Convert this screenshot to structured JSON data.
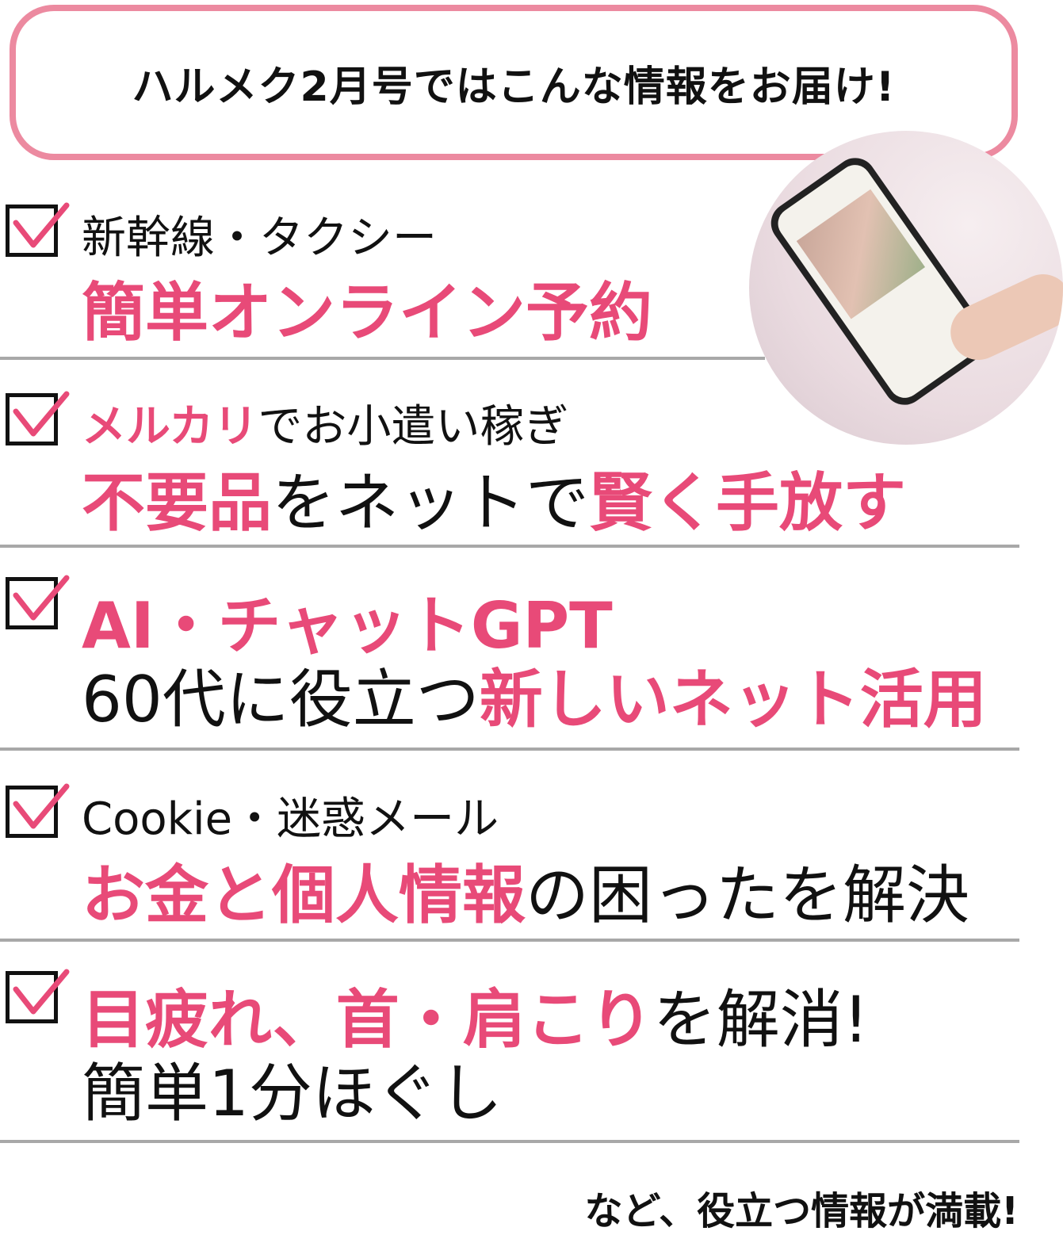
{
  "header": {
    "title": "ハルメク2月号ではこんな情報をお届け!"
  },
  "colors": {
    "accent": "#e84a78",
    "header_border": "#ec8aa0",
    "divider": "#a8a8a8",
    "text": "#111111"
  },
  "items": [
    {
      "line1": [
        {
          "text": "新幹線・タクシー",
          "pink": false
        }
      ],
      "line2": [
        {
          "text": "簡単オンライン予約",
          "pink": true
        }
      ]
    },
    {
      "line1": [
        {
          "text": "メルカリ",
          "pink": true
        },
        {
          "text": "でお小遣い稼ぎ",
          "pink": false
        }
      ],
      "line2": [
        {
          "text": "不要品",
          "pink": true
        },
        {
          "text": "をネットで",
          "pink": false
        },
        {
          "text": "賢く手放す",
          "pink": true
        }
      ]
    },
    {
      "line1": [
        {
          "text": "AI・チャットGPT",
          "pink": true
        }
      ],
      "line2": [
        {
          "text": "60代に役立つ",
          "pink": false
        },
        {
          "text": "新しいネット活用",
          "pink": true
        }
      ]
    },
    {
      "line1": [
        {
          "text": "Cookie・迷惑メール",
          "pink": false
        }
      ],
      "line2": [
        {
          "text": "お金と個人情報",
          "pink": true
        },
        {
          "text": "の困ったを解決",
          "pink": false
        }
      ]
    },
    {
      "line1": [
        {
          "text": "目疲れ、首・肩こり",
          "pink": true
        },
        {
          "text": "を解消!",
          "pink": false
        }
      ],
      "line2": [
        {
          "text": "簡単1分ほぐし",
          "pink": false
        }
      ]
    }
  ],
  "footer": {
    "text": "など、役立つ情報が満載!"
  },
  "photo": {
    "icon": "smartphone-photo"
  }
}
